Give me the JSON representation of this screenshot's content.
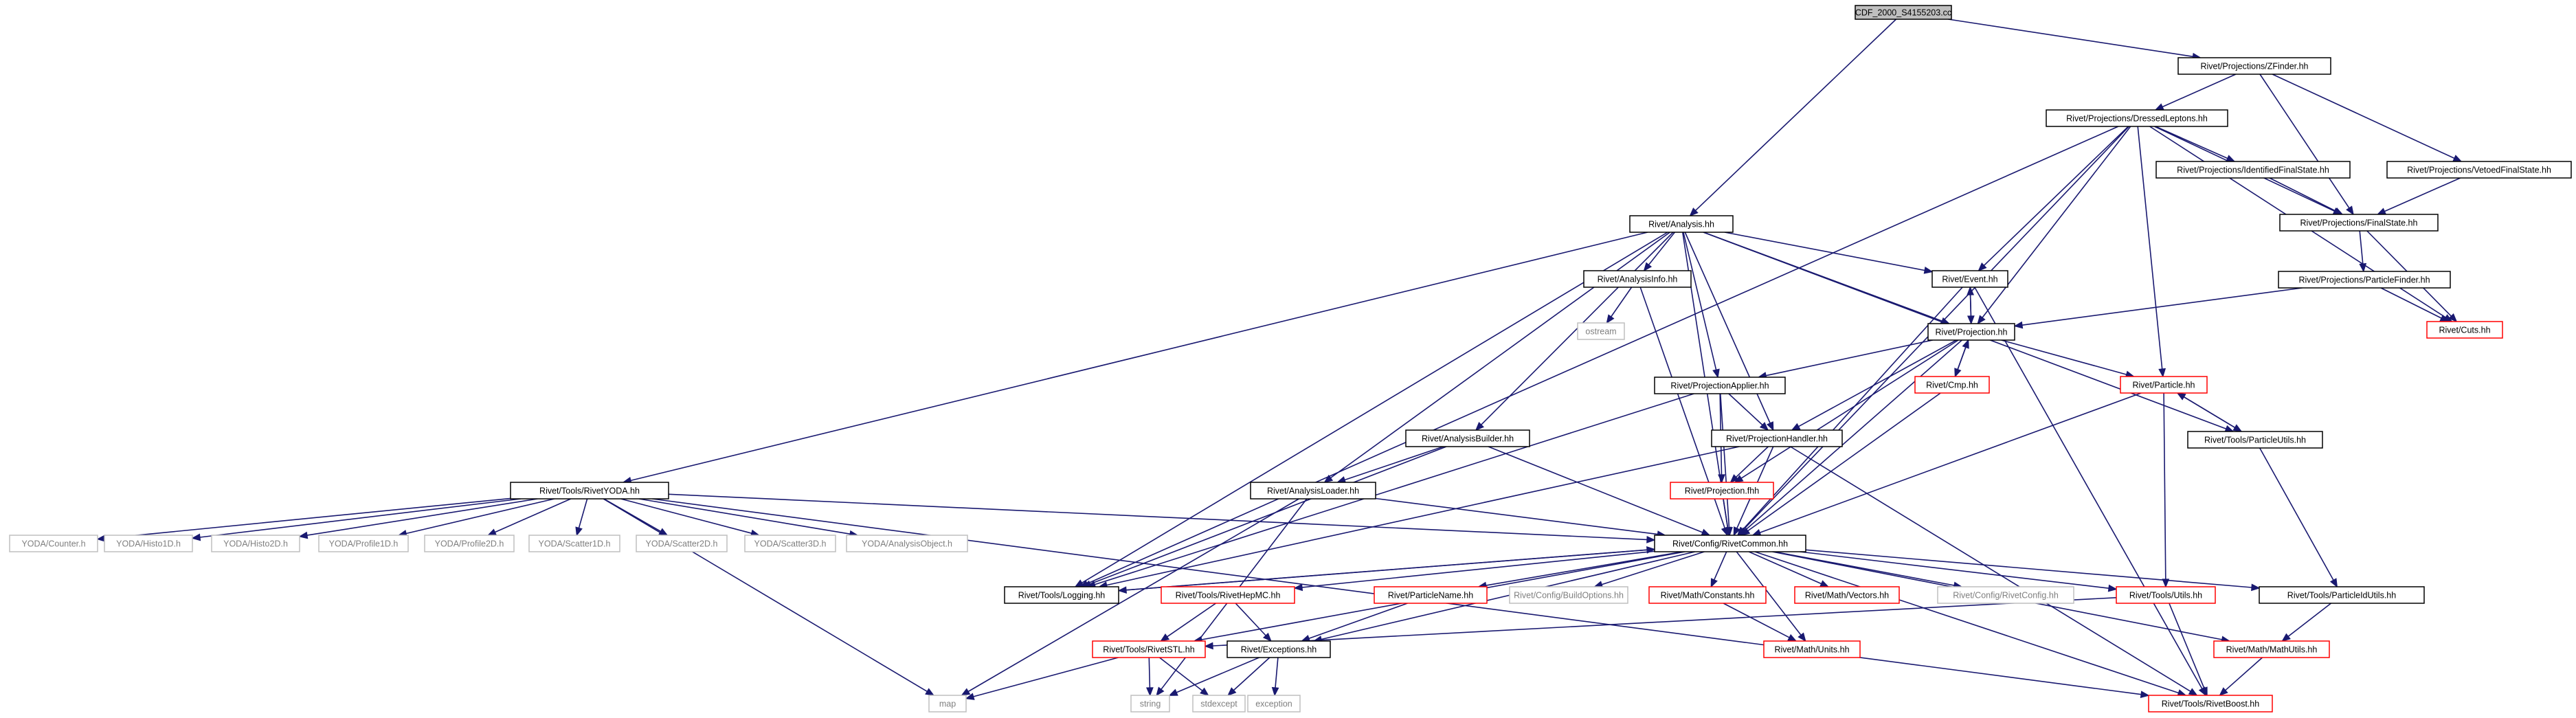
{
  "graph": {
    "title": "CDF_2000_S4155203.cc",
    "colors": {
      "edge": "#191970",
      "root_fill": "#bfbfbf",
      "normal_stroke": "#000000",
      "truncated_stroke": "#ff0000",
      "external_stroke": "#bfbfbf",
      "external_text": "#7f7f7f"
    },
    "nodes": [
      {
        "id": "root",
        "label": "CDF_2000_S4155203.cc",
        "kind": "root"
      },
      {
        "id": "zfinder",
        "label": "Rivet/Projections/ZFinder.hh",
        "kind": "normal"
      },
      {
        "id": "dressed",
        "label": "Rivet/Projections/DressedLeptons.hh",
        "kind": "normal"
      },
      {
        "id": "idfs",
        "label": "Rivet/Projections/IdentifiedFinalState.hh",
        "kind": "normal"
      },
      {
        "id": "vetoed",
        "label": "Rivet/Projections/VetoedFinalState.hh",
        "kind": "normal"
      },
      {
        "id": "finalstate",
        "label": "Rivet/Projections/FinalState.hh",
        "kind": "normal"
      },
      {
        "id": "partfinder",
        "label": "Rivet/Projections/ParticleFinder.hh",
        "kind": "normal"
      },
      {
        "id": "cuts",
        "label": "Rivet/Cuts.hh",
        "kind": "truncated"
      },
      {
        "id": "analysis",
        "label": "Rivet/Analysis.hh",
        "kind": "normal"
      },
      {
        "id": "event",
        "label": "Rivet/Event.hh",
        "kind": "normal"
      },
      {
        "id": "projection",
        "label": "Rivet/Projection.hh",
        "kind": "normal"
      },
      {
        "id": "cmp",
        "label": "Rivet/Cmp.hh",
        "kind": "truncated"
      },
      {
        "id": "particle",
        "label": "Rivet/Particle.hh",
        "kind": "truncated"
      },
      {
        "id": "analysisinfo",
        "label": "Rivet/AnalysisInfo.hh",
        "kind": "normal"
      },
      {
        "id": "ostream",
        "label": "ostream",
        "kind": "external"
      },
      {
        "id": "projapplier",
        "label": "Rivet/ProjectionApplier.hh",
        "kind": "normal"
      },
      {
        "id": "projhandler",
        "label": "Rivet/ProjectionHandler.hh",
        "kind": "normal"
      },
      {
        "id": "projfhh",
        "label": "Rivet/Projection.fhh",
        "kind": "truncated"
      },
      {
        "id": "partutils",
        "label": "Rivet/Tools/ParticleUtils.hh",
        "kind": "normal"
      },
      {
        "id": "abuilder",
        "label": "Rivet/AnalysisBuilder.hh",
        "kind": "normal"
      },
      {
        "id": "aloader",
        "label": "Rivet/AnalysisLoader.hh",
        "kind": "normal"
      },
      {
        "id": "rivetyoda",
        "label": "Rivet/Tools/RivetYODA.hh",
        "kind": "normal"
      },
      {
        "id": "common",
        "label": "Rivet/Config/RivetCommon.hh",
        "kind": "normal"
      },
      {
        "id": "counter",
        "label": "YODA/Counter.h",
        "kind": "external"
      },
      {
        "id": "histo1d",
        "label": "YODA/Histo1D.h",
        "kind": "external"
      },
      {
        "id": "histo2d",
        "label": "YODA/Histo2D.h",
        "kind": "external"
      },
      {
        "id": "profile1d",
        "label": "YODA/Profile1D.h",
        "kind": "external"
      },
      {
        "id": "profile2d",
        "label": "YODA/Profile2D.h",
        "kind": "external"
      },
      {
        "id": "scatter1d",
        "label": "YODA/Scatter1D.h",
        "kind": "external"
      },
      {
        "id": "scatter2d",
        "label": "YODA/Scatter2D.h",
        "kind": "external"
      },
      {
        "id": "scatter3d",
        "label": "YODA/Scatter3D.h",
        "kind": "external"
      },
      {
        "id": "anaobj",
        "label": "YODA/AnalysisObject.h",
        "kind": "external"
      },
      {
        "id": "logging",
        "label": "Rivet/Tools/Logging.hh",
        "kind": "normal"
      },
      {
        "id": "hepmc",
        "label": "Rivet/Tools/RivetHepMC.hh",
        "kind": "truncated"
      },
      {
        "id": "pname",
        "label": "Rivet/ParticleName.hh",
        "kind": "truncated"
      },
      {
        "id": "buildopts",
        "label": "Rivet/Config/BuildOptions.hh",
        "kind": "external"
      },
      {
        "id": "mconst",
        "label": "Rivet/Math/Constants.hh",
        "kind": "truncated"
      },
      {
        "id": "mvectors",
        "label": "Rivet/Math/Vectors.hh",
        "kind": "truncated"
      },
      {
        "id": "rivetconfig",
        "label": "Rivet/Config/RivetConfig.hh",
        "kind": "external"
      },
      {
        "id": "toolsutils",
        "label": "Rivet/Tools/Utils.hh",
        "kind": "truncated"
      },
      {
        "id": "pidutils",
        "label": "Rivet/Tools/ParticleIdUtils.hh",
        "kind": "normal"
      },
      {
        "id": "rivetstl",
        "label": "Rivet/Tools/RivetSTL.hh",
        "kind": "truncated"
      },
      {
        "id": "exceptions",
        "label": "Rivet/Exceptions.hh",
        "kind": "normal"
      },
      {
        "id": "munits",
        "label": "Rivet/Math/Units.hh",
        "kind": "truncated"
      },
      {
        "id": "mathutils",
        "label": "Rivet/Math/MathUtils.hh",
        "kind": "truncated"
      },
      {
        "id": "map",
        "label": "map",
        "kind": "external"
      },
      {
        "id": "string",
        "label": "string",
        "kind": "external"
      },
      {
        "id": "stdexcept",
        "label": "stdexcept",
        "kind": "external"
      },
      {
        "id": "exception",
        "label": "exception",
        "kind": "external"
      },
      {
        "id": "boost",
        "label": "Rivet/Tools/RivetBoost.hh",
        "kind": "truncated"
      }
    ],
    "edges": [
      [
        "root",
        "zfinder"
      ],
      [
        "root",
        "analysis"
      ],
      [
        "zfinder",
        "dressed"
      ],
      [
        "zfinder",
        "vetoed"
      ],
      [
        "zfinder",
        "finalstate"
      ],
      [
        "dressed",
        "idfs"
      ],
      [
        "dressed",
        "finalstate"
      ],
      [
        "dressed",
        "cuts"
      ],
      [
        "dressed",
        "logging"
      ],
      [
        "dressed",
        "event"
      ],
      [
        "dressed",
        "projection"
      ],
      [
        "dressed",
        "particle"
      ],
      [
        "dressed",
        "common"
      ],
      [
        "idfs",
        "finalstate"
      ],
      [
        "vetoed",
        "finalstate"
      ],
      [
        "finalstate",
        "partfinder"
      ],
      [
        "finalstate",
        "cuts"
      ],
      [
        "partfinder",
        "projection"
      ],
      [
        "partfinder",
        "cuts"
      ],
      [
        "analysis",
        "event"
      ],
      [
        "analysis",
        "projection"
      ],
      [
        "analysis",
        "analysisinfo"
      ],
      [
        "analysis",
        "projapplier"
      ],
      [
        "analysis",
        "projhandler"
      ],
      [
        "analysis",
        "abuilder"
      ],
      [
        "analysis",
        "aloader"
      ],
      [
        "analysis",
        "rivetyoda"
      ],
      [
        "analysis",
        "logging"
      ],
      [
        "analysis",
        "common"
      ],
      [
        "analysis",
        "partutils"
      ],
      [
        "event",
        "projection"
      ],
      [
        "event",
        "common"
      ],
      [
        "event",
        "boost"
      ],
      [
        "projection",
        "event"
      ],
      [
        "projection",
        "cmp"
      ],
      [
        "projection",
        "particle"
      ],
      [
        "projection",
        "projapplier"
      ],
      [
        "projection",
        "projhandler"
      ],
      [
        "projection",
        "projfhh"
      ],
      [
        "projection",
        "common"
      ],
      [
        "cmp",
        "projection"
      ],
      [
        "cmp",
        "common"
      ],
      [
        "particle",
        "partutils"
      ],
      [
        "particle",
        "common"
      ],
      [
        "particle",
        "toolsutils"
      ],
      [
        "partutils",
        "particle"
      ],
      [
        "partutils",
        "pidutils"
      ],
      [
        "analysisinfo",
        "ostream"
      ],
      [
        "analysisinfo",
        "common"
      ],
      [
        "projapplier",
        "projhandler"
      ],
      [
        "projapplier",
        "projfhh"
      ],
      [
        "projapplier",
        "common"
      ],
      [
        "projapplier",
        "logging"
      ],
      [
        "projhandler",
        "projfhh"
      ],
      [
        "projhandler",
        "common"
      ],
      [
        "projhandler",
        "logging"
      ],
      [
        "projhandler",
        "boost"
      ],
      [
        "projfhh",
        "common"
      ],
      [
        "abuilder",
        "aloader"
      ],
      [
        "abuilder",
        "common"
      ],
      [
        "abuilder",
        "logging"
      ],
      [
        "aloader",
        "common"
      ],
      [
        "aloader",
        "map"
      ],
      [
        "aloader",
        "string"
      ],
      [
        "rivetyoda",
        "counter"
      ],
      [
        "rivetyoda",
        "histo1d"
      ],
      [
        "rivetyoda",
        "histo2d"
      ],
      [
        "rivetyoda",
        "profile1d"
      ],
      [
        "rivetyoda",
        "profile2d"
      ],
      [
        "rivetyoda",
        "scatter1d"
      ],
      [
        "rivetyoda",
        "scatter2d"
      ],
      [
        "rivetyoda",
        "scatter3d"
      ],
      [
        "rivetyoda",
        "anaobj"
      ],
      [
        "rivetyoda",
        "common"
      ],
      [
        "rivetyoda",
        "boost"
      ],
      [
        "rivetyoda",
        "map"
      ],
      [
        "common",
        "logging"
      ],
      [
        "common",
        "hepmc"
      ],
      [
        "common",
        "pname"
      ],
      [
        "common",
        "buildopts"
      ],
      [
        "common",
        "mconst"
      ],
      [
        "common",
        "mvectors"
      ],
      [
        "common",
        "rivetconfig"
      ],
      [
        "common",
        "toolsutils"
      ],
      [
        "common",
        "pidutils"
      ],
      [
        "common",
        "rivetstl"
      ],
      [
        "common",
        "exceptions"
      ],
      [
        "common",
        "munits"
      ],
      [
        "common",
        "mathutils"
      ],
      [
        "common",
        "boost"
      ],
      [
        "logging",
        "common"
      ],
      [
        "hepmc",
        "rivetstl"
      ],
      [
        "hepmc",
        "exceptions"
      ],
      [
        "pname",
        "exceptions"
      ],
      [
        "mconst",
        "munits"
      ],
      [
        "toolsutils",
        "rivetstl"
      ],
      [
        "toolsutils",
        "boost"
      ],
      [
        "pidutils",
        "mathutils"
      ],
      [
        "mathutils",
        "boost"
      ],
      [
        "rivetstl",
        "map"
      ],
      [
        "rivetstl",
        "string"
      ],
      [
        "rivetstl",
        "stdexcept"
      ],
      [
        "exceptions",
        "string"
      ],
      [
        "exceptions",
        "stdexcept"
      ],
      [
        "exceptions",
        "exception"
      ]
    ]
  }
}
